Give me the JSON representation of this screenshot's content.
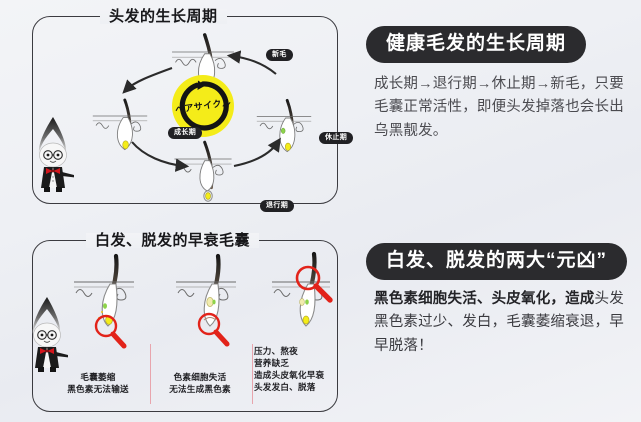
{
  "panels": {
    "top": {
      "title": "头发的生长周期"
    },
    "bottom": {
      "title": "白发、脱发的早衰毛囊"
    }
  },
  "hair_cycle": {
    "center_label": "ヘアサイクル",
    "stages": [
      {
        "id": "new-hair",
        "label": "新毛"
      },
      {
        "id": "anagen",
        "label": "成长期"
      },
      {
        "id": "telogen",
        "label": "休止期"
      },
      {
        "id": "catagen",
        "label": "退行期"
      }
    ]
  },
  "follicle_captions": [
    {
      "id": "caption-1",
      "text": "毛囊萎缩\n黑色素无法输送"
    },
    {
      "id": "caption-2",
      "text": "色素细胞失活\n无法生成黑色素"
    },
    {
      "id": "caption-3",
      "text": "压力、熬夜\n营养缺乏\n造成头皮氧化早衰\n头发发白、脱落"
    }
  ],
  "right": {
    "top": {
      "heading": "健康毛发的生长周期",
      "body": "成长期→退行期→休止期→新毛，只要毛囊正常活性，即便头发掉落也会长出乌黑靓发。"
    },
    "bottom": {
      "heading": "白发、脱发的两大“元凶”",
      "body_emphasis": "黑色素细胞失活、头皮氧化，造成",
      "body_rest": "头发 黑色素过少、发白，毛囊萎缩衰退，早早脱落！"
    }
  },
  "colors": {
    "background_start": "#f3f4f7",
    "background_end": "#e9ebf1",
    "panel_border": "#3b3b40",
    "pill_background": "#2b2b2e",
    "pill_text": "#ffffff",
    "accent_yellow": "#f4ec19",
    "accent_red": "#e2231a",
    "body_text": "#4b4b50",
    "heading_text": "#18181b"
  }
}
